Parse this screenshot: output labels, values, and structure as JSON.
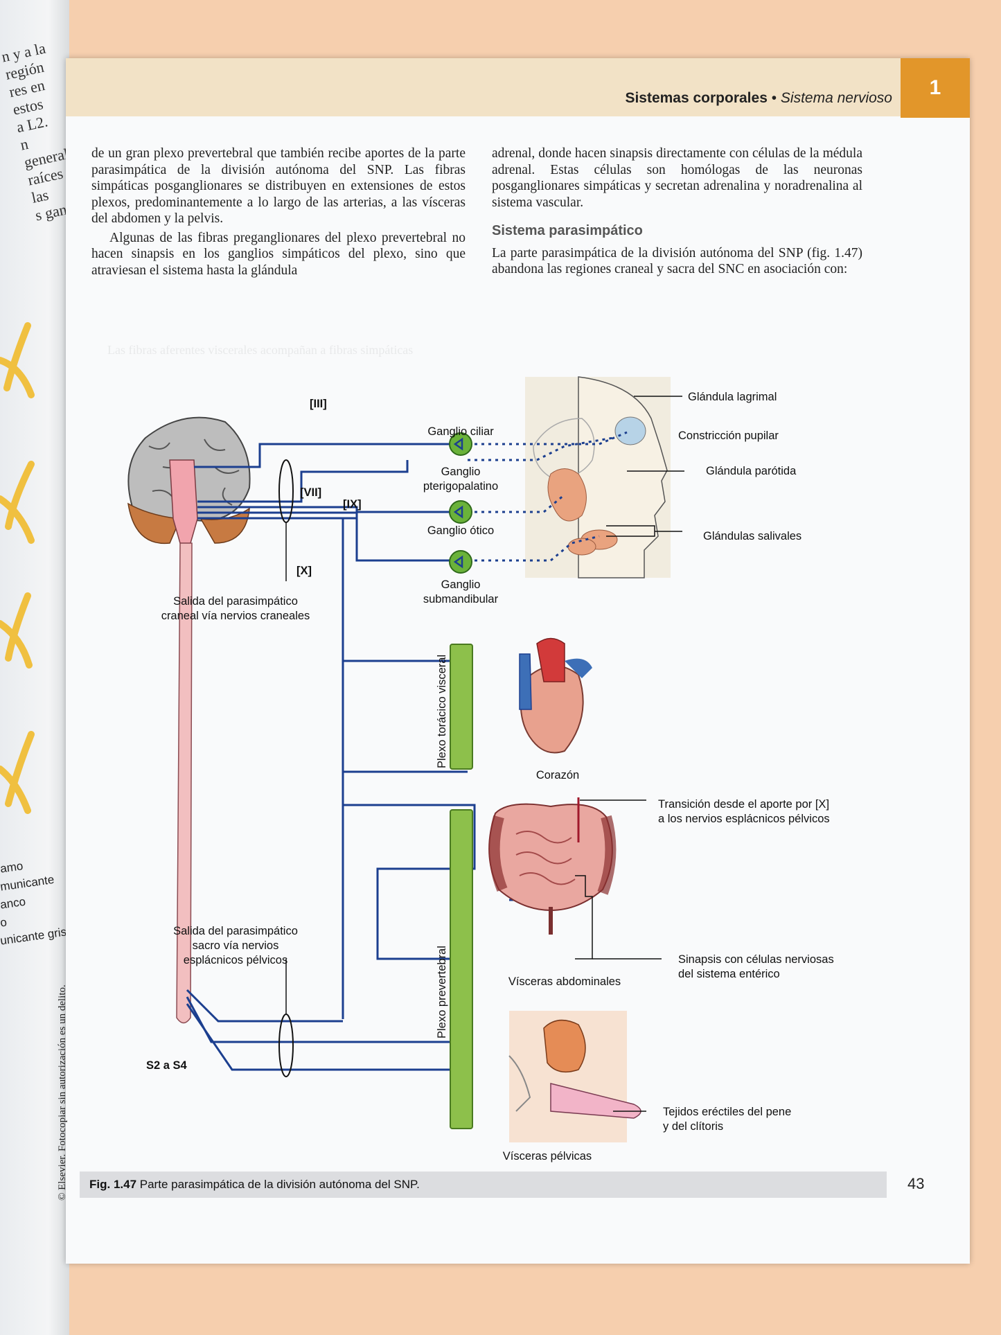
{
  "left_page": {
    "text_lines": [
      "n y a la región",
      "res en estos",
      "a L2.",
      "n generalm",
      "raíces de las",
      "s ganglios"
    ],
    "labels": [
      "amo",
      "municante",
      "anco",
      "o",
      "unicante gris"
    ]
  },
  "header": {
    "section": "Sistemas corporales",
    "separator": "•",
    "subsection": "Sistema nervioso",
    "chapter": "1"
  },
  "column1": {
    "p1": "de un gran plexo prevertebral que también recibe aportes de la parte parasimpática de la división autónoma del SNP. Las fibras simpáticas posganglionares se distribuyen en extensiones de estos plexos, predominantemente a lo largo de las arterias, a las vísceras del abdomen y la pelvis.",
    "p2": "Algunas de las fibras preganglionares del plexo prevertebral no hacen sinapsis en los ganglios simpáticos del plexo, sino que atraviesan el sistema hasta la glándula"
  },
  "column2": {
    "p1": "adrenal, donde hacen sinapsis directamente con células de la médula adrenal. Estas células son homólogas de las neuronas posganglionares simpáticas y secretan adrenalina y noradrenalina al sistema vascular.",
    "section_title": "Sistema parasimpático",
    "p2": "La parte parasimpática de la división autónoma del SNP (fig. 1.47) abandona las regiones craneal y sacra del SNC en asociación con:"
  },
  "figure": {
    "nerve_III": "[III]",
    "nerve_VII": "[VII]",
    "nerve_IX": "[IX]",
    "nerve_X": "[X]",
    "ganglio_ciliar": "Ganglio ciliar",
    "ganglio_pterigo_1": "Ganglio",
    "ganglio_pterigo_2": "pterigopalatino",
    "ganglio_otico": "Ganglio ótico",
    "ganglio_sub_1": "Ganglio",
    "ganglio_sub_2": "submandibular",
    "glandula_lagrimal": "Glándula lagrimal",
    "constriccion_pupilar": "Constricción pupilar",
    "glandula_parotida": "Glándula parótida",
    "glandulas_salivales": "Glándulas salivales",
    "salida_craneal_1": "Salida del parasimpático",
    "salida_craneal_2": "craneal vía nervios craneales",
    "plexo_toracico": "Plexo torácico visceral",
    "corazon": "Corazón",
    "transicion_1": "Transición desde el aporte por [X]",
    "transicion_2": "a los nervios esplácnicos pélvicos",
    "visceras_abdominales": "Vísceras abdominales",
    "sinapsis_1": "Sinapsis con células nerviosas",
    "sinapsis_2": "del sistema entérico",
    "salida_sacra_1": "Salida del parasimpático",
    "salida_sacra_2": "sacro vía nervios",
    "salida_sacra_3": "esplácnicos pélvicos",
    "plexo_prevertebral": "Plexo prevertebral",
    "s2_s4": "S2 a S4",
    "tejidos_1": "Tejidos eréctiles del pene",
    "tejidos_2": "y del clítoris",
    "visceras_pelvicas": "Vísceras pélvicas"
  },
  "caption": {
    "label": "Fig. 1.47",
    "text": "Parte parasimpática de la división autónoma del SNP."
  },
  "page_number": "43",
  "copyright": "© Elsevier. Fotocopiar sin autorización es un delito.",
  "colors": {
    "nerve_blue": "#1c3f8f",
    "ganglion_green": "#6ab23a",
    "plexus_green": "#8dc04b",
    "header_orange": "#e2962a",
    "header_band": "#f2e2c6"
  }
}
